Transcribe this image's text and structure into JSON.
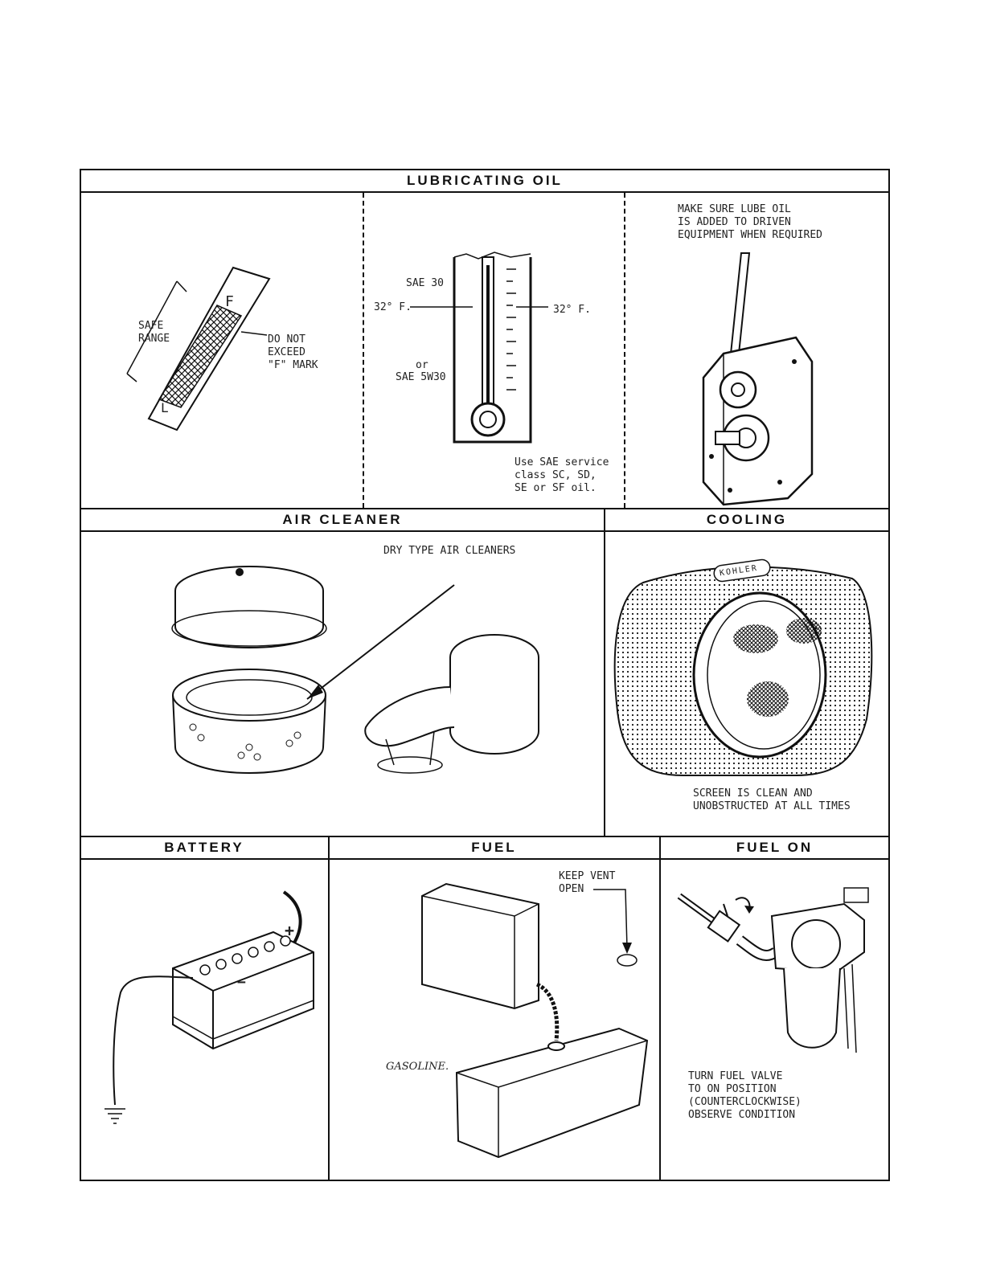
{
  "sections": {
    "lubricating_oil": {
      "title": "LUBRICATING  OIL",
      "dipstick": {
        "safe_range": "SAFE\nRANGE",
        "do_not_exceed": "DO NOT\nEXCEED\n\"F\" MARK",
        "mark_f": "F",
        "mark_l": "L"
      },
      "thermometer": {
        "sae30": "SAE 30",
        "temp_left": "32° F.",
        "temp_right": "32° F.",
        "or": "or",
        "sae5w30": "SAE 5W30",
        "service_note": "Use SAE service\nclass SC, SD,\nSE or SF oil."
      },
      "driven_equipment_note": "MAKE SURE LUBE OIL\nIS ADDED TO DRIVEN\nEQUIPMENT WHEN REQUIRED"
    },
    "air_cleaner": {
      "title": "AIR  CLEANER",
      "caption": "DRY TYPE AIR CLEANERS"
    },
    "cooling": {
      "title": "COOLING",
      "brand": "KOHLER",
      "note": "SCREEN IS CLEAN AND\nUNOBSTRUCTED AT ALL TIMES"
    },
    "battery": {
      "title": "BATTERY",
      "plus": "+",
      "minus": "−"
    },
    "fuel": {
      "title": "FUEL",
      "vent_note": "KEEP VENT\nOPEN",
      "gasoline": "GASOLINE."
    },
    "fuel_on": {
      "title": "FUEL  ON",
      "note": "TURN FUEL VALVE\nTO ON POSITION\n(COUNTERCLOCKWISE)\nOBSERVE CONDITION"
    }
  },
  "colors": {
    "ink": "#111111",
    "paper": "#ffffff"
  }
}
